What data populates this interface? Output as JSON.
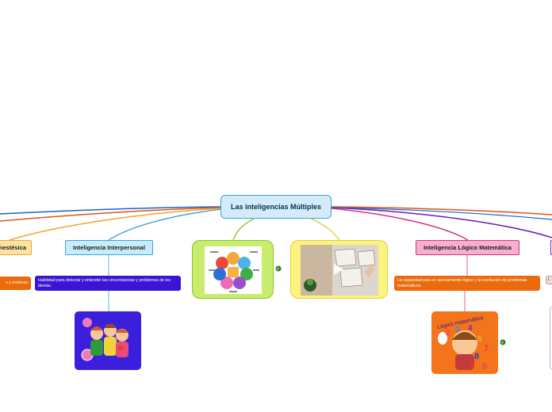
{
  "central": {
    "title": "Las inteligencias Múltiples"
  },
  "topics": {
    "kinesthetic": {
      "label": "nestésica",
      "desc": "s y motrices"
    },
    "interpersonal": {
      "label": "Inteligencia Interpersonal",
      "desc": "Habilidad para detectar y entender las circunstancias y problemas de los demás."
    },
    "logical": {
      "label": "Inteligencia Lógico Matemática",
      "desc": "La capacidad para el razonamiento lógico y la resolución de problemas matemáticos."
    },
    "right_partial": {
      "label": "",
      "desc": "L"
    }
  },
  "images": {
    "wheel": {
      "icon": "multiple-intelligences-wheel",
      "link_icon": "globe-icon"
    },
    "video": {
      "icon": "video-thumbnail",
      "play_icon": "play-icon"
    },
    "kids": {
      "icon": "children-hearts-illustration"
    },
    "math": {
      "icon": "logico-matematica-illustration",
      "link_icon": "globe-icon",
      "caption": "Lógico matemática",
      "digits": [
        "2",
        "3",
        "4",
        "6",
        "7",
        "8",
        "9",
        "0"
      ]
    }
  },
  "colors": {
    "central_fill": "#d4ecfa",
    "interpersonal": "#38a5d8",
    "logical": "#d9347f",
    "kinesthetic": "#e8a93b",
    "desc_orange": "#ea6a0c",
    "desc_blue": "#3c14d6"
  }
}
